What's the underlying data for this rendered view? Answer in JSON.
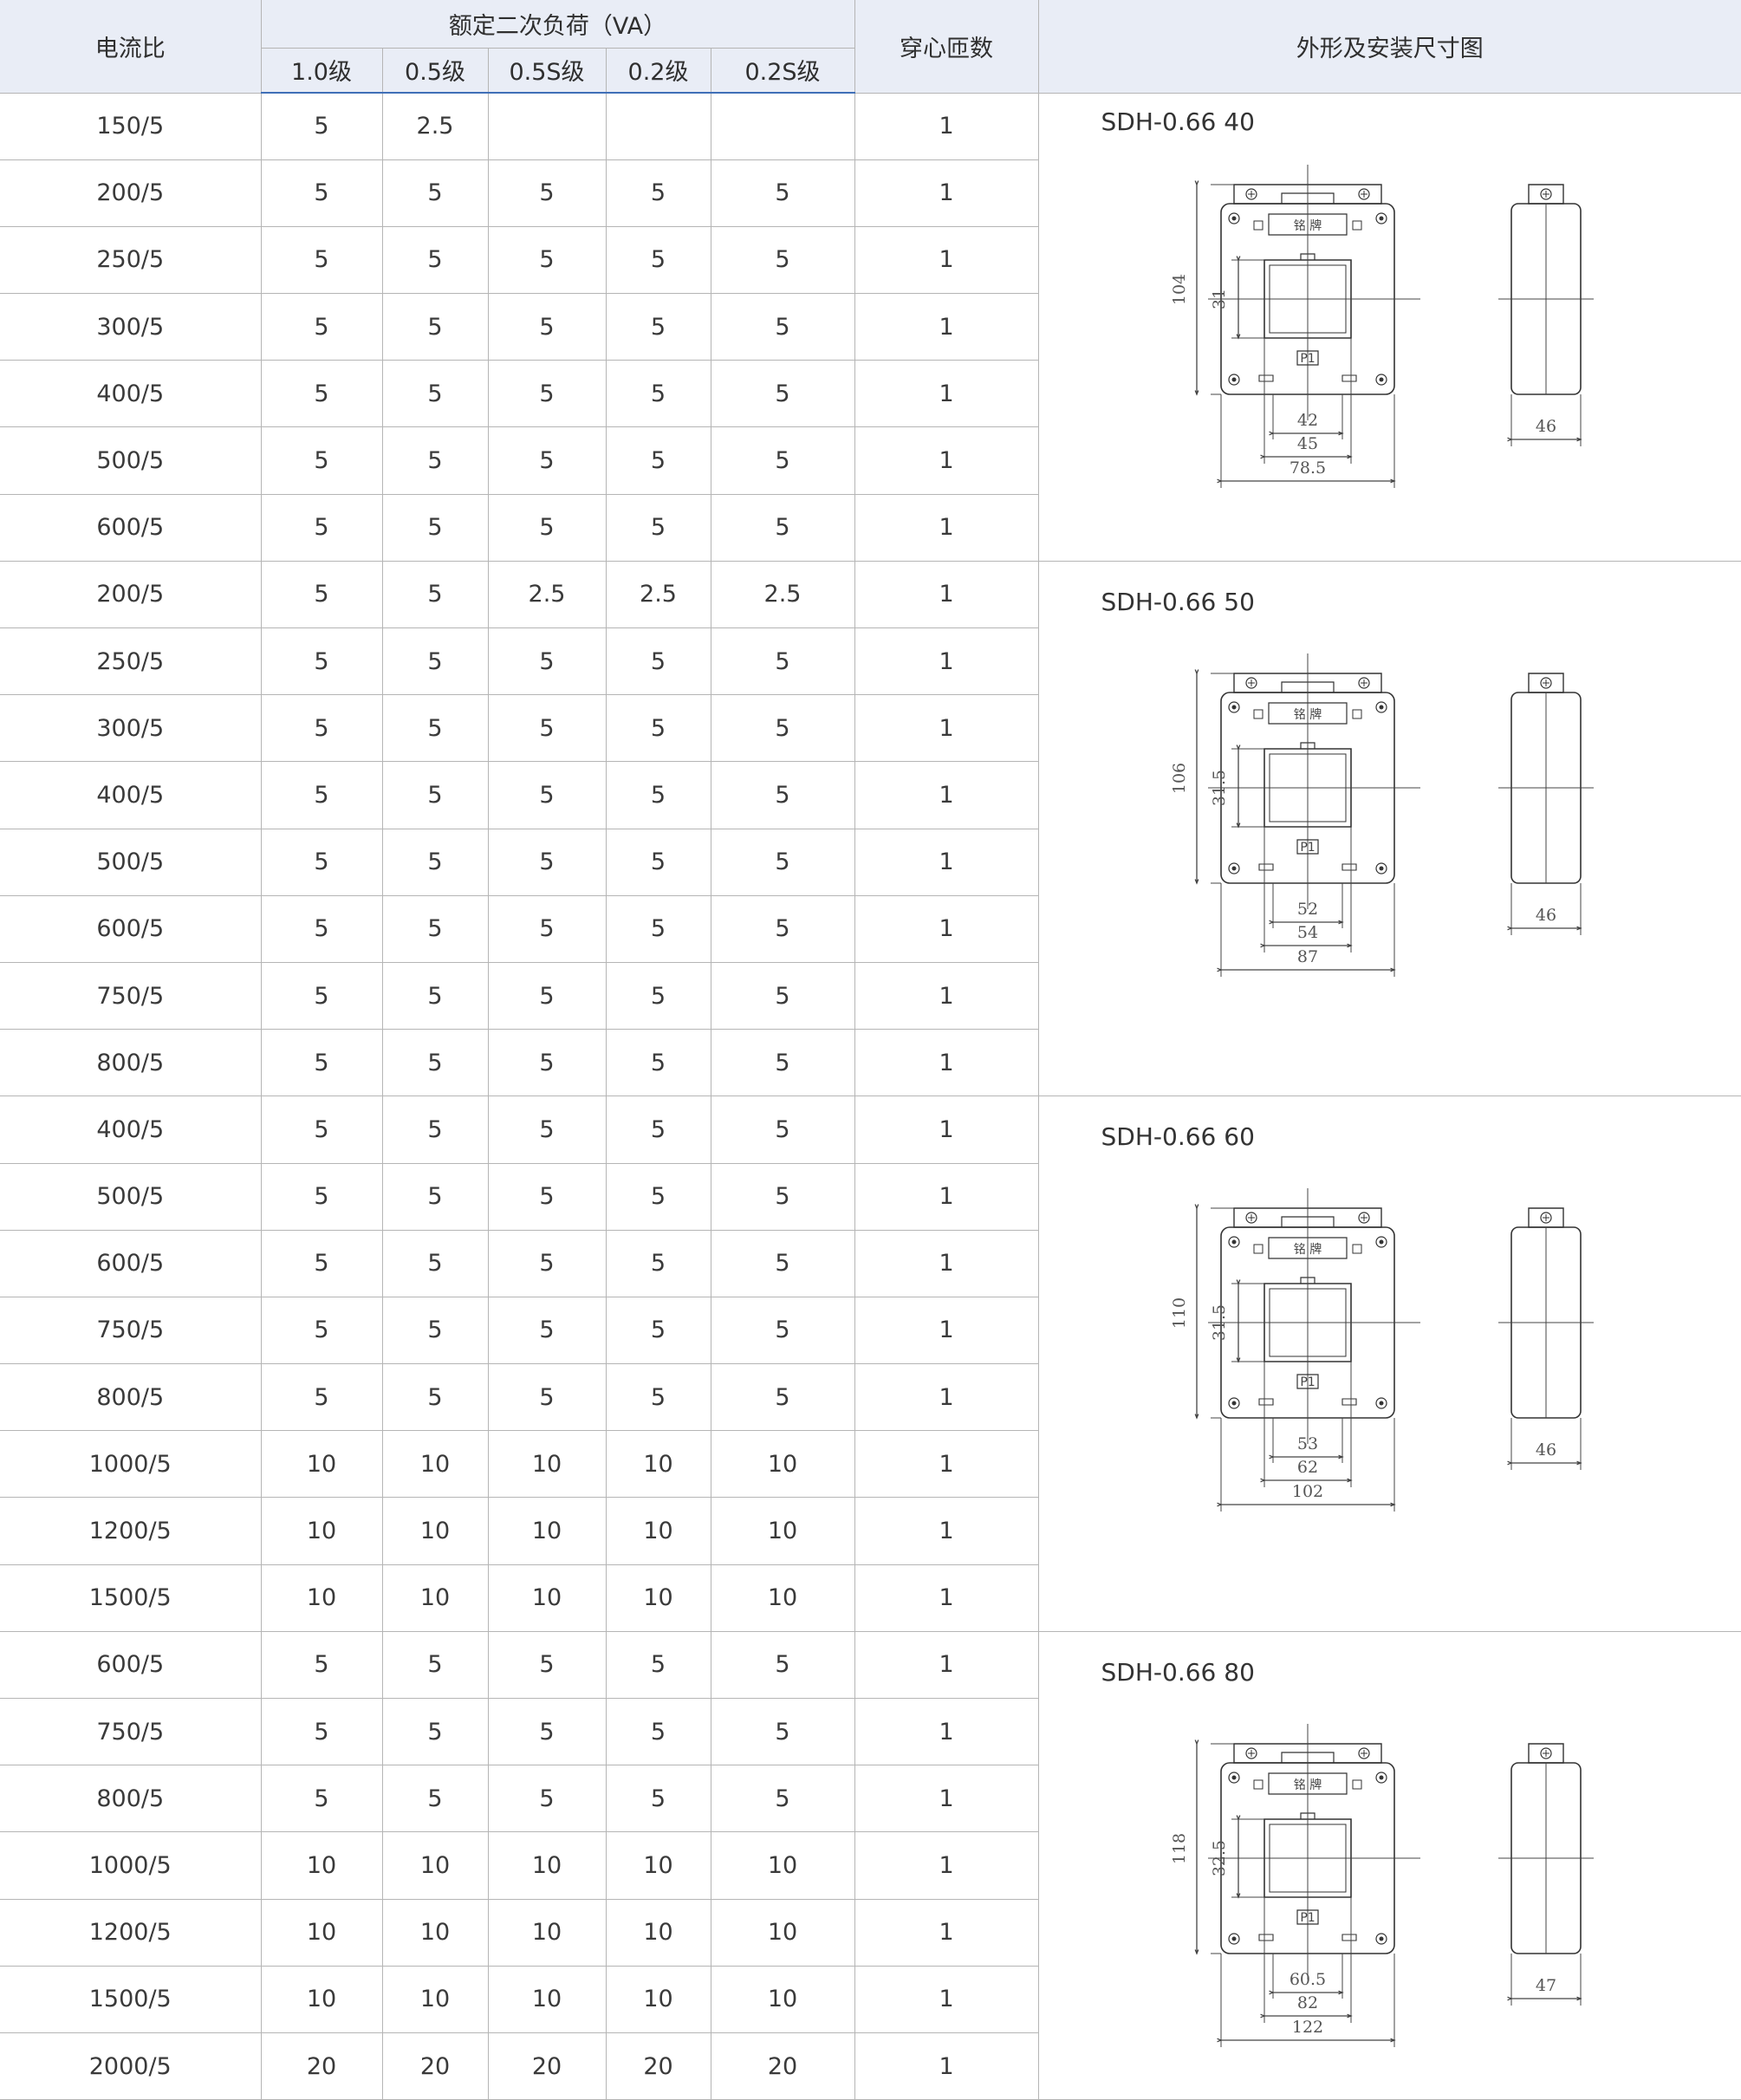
{
  "header": {
    "ratio": "电流比",
    "burden_group": "额定二次负荷（VA）",
    "classes": [
      "1.0级",
      "0.5级",
      "0.5S级",
      "0.2级",
      "0.2S级"
    ],
    "turns": "穿心匝数",
    "outline": "外形及安装尺寸图"
  },
  "groups": [
    {
      "model": "SDH-0.66 40",
      "drawing": {
        "nameplate": "铭 牌",
        "terminal": "P1",
        "height": "104",
        "window": "31",
        "w1": "42",
        "w2": "45",
        "w3": "78.5",
        "depth": "46"
      },
      "rows": [
        {
          "ratio": "150/5",
          "v": [
            "5",
            "2.5",
            "",
            "",
            ""
          ],
          "turns": "1"
        },
        {
          "ratio": "200/5",
          "v": [
            "5",
            "5",
            "5",
            "5",
            "5"
          ],
          "turns": "1"
        },
        {
          "ratio": "250/5",
          "v": [
            "5",
            "5",
            "5",
            "5",
            "5"
          ],
          "turns": "1"
        },
        {
          "ratio": "300/5",
          "v": [
            "5",
            "5",
            "5",
            "5",
            "5"
          ],
          "turns": "1"
        },
        {
          "ratio": "400/5",
          "v": [
            "5",
            "5",
            "5",
            "5",
            "5"
          ],
          "turns": "1"
        },
        {
          "ratio": "500/5",
          "v": [
            "5",
            "5",
            "5",
            "5",
            "5"
          ],
          "turns": "1"
        },
        {
          "ratio": "600/5",
          "v": [
            "5",
            "5",
            "5",
            "5",
            "5"
          ],
          "turns": "1"
        }
      ]
    },
    {
      "model": "SDH-0.66 50",
      "drawing": {
        "nameplate": "铭 牌",
        "terminal": "P1",
        "height": "106",
        "window": "31.5",
        "w1": "52",
        "w2": "54",
        "w3": "87",
        "depth": "46"
      },
      "rows": [
        {
          "ratio": "200/5",
          "v": [
            "5",
            "5",
            "2.5",
            "2.5",
            "2.5"
          ],
          "turns": "1"
        },
        {
          "ratio": "250/5",
          "v": [
            "5",
            "5",
            "5",
            "5",
            "5"
          ],
          "turns": "1"
        },
        {
          "ratio": "300/5",
          "v": [
            "5",
            "5",
            "5",
            "5",
            "5"
          ],
          "turns": "1"
        },
        {
          "ratio": "400/5",
          "v": [
            "5",
            "5",
            "5",
            "5",
            "5"
          ],
          "turns": "1"
        },
        {
          "ratio": "500/5",
          "v": [
            "5",
            "5",
            "5",
            "5",
            "5"
          ],
          "turns": "1"
        },
        {
          "ratio": "600/5",
          "v": [
            "5",
            "5",
            "5",
            "5",
            "5"
          ],
          "turns": "1"
        },
        {
          "ratio": "750/5",
          "v": [
            "5",
            "5",
            "5",
            "5",
            "5"
          ],
          "turns": "1"
        },
        {
          "ratio": "800/5",
          "v": [
            "5",
            "5",
            "5",
            "5",
            "5"
          ],
          "turns": "1"
        }
      ]
    },
    {
      "model": "SDH-0.66 60",
      "drawing": {
        "nameplate": "铭 牌",
        "terminal": "P1",
        "height": "110",
        "window": "31.5",
        "w1": "53",
        "w2": "62",
        "w3": "102",
        "depth": "46"
      },
      "rows": [
        {
          "ratio": "400/5",
          "v": [
            "5",
            "5",
            "5",
            "5",
            "5"
          ],
          "turns": "1"
        },
        {
          "ratio": "500/5",
          "v": [
            "5",
            "5",
            "5",
            "5",
            "5"
          ],
          "turns": "1"
        },
        {
          "ratio": "600/5",
          "v": [
            "5",
            "5",
            "5",
            "5",
            "5"
          ],
          "turns": "1"
        },
        {
          "ratio": "750/5",
          "v": [
            "5",
            "5",
            "5",
            "5",
            "5"
          ],
          "turns": "1"
        },
        {
          "ratio": "800/5",
          "v": [
            "5",
            "5",
            "5",
            "5",
            "5"
          ],
          "turns": "1"
        },
        {
          "ratio": "1000/5",
          "v": [
            "10",
            "10",
            "10",
            "10",
            "10"
          ],
          "turns": "1"
        },
        {
          "ratio": "1200/5",
          "v": [
            "10",
            "10",
            "10",
            "10",
            "10"
          ],
          "turns": "1"
        },
        {
          "ratio": "1500/5",
          "v": [
            "10",
            "10",
            "10",
            "10",
            "10"
          ],
          "turns": "1"
        }
      ]
    },
    {
      "model": "SDH-0.66 80",
      "drawing": {
        "nameplate": "铭 牌",
        "terminal": "P1",
        "height": "118",
        "window": "32.5",
        "w1": "60.5",
        "w2": "82",
        "w3": "122",
        "depth": "47"
      },
      "rows": [
        {
          "ratio": "600/5",
          "v": [
            "5",
            "5",
            "5",
            "5",
            "5"
          ],
          "turns": "1"
        },
        {
          "ratio": "750/5",
          "v": [
            "5",
            "5",
            "5",
            "5",
            "5"
          ],
          "turns": "1"
        },
        {
          "ratio": "800/5",
          "v": [
            "5",
            "5",
            "5",
            "5",
            "5"
          ],
          "turns": "1"
        },
        {
          "ratio": "1000/5",
          "v": [
            "10",
            "10",
            "10",
            "10",
            "10"
          ],
          "turns": "1"
        },
        {
          "ratio": "1200/5",
          "v": [
            "10",
            "10",
            "10",
            "10",
            "10"
          ],
          "turns": "1"
        },
        {
          "ratio": "1500/5",
          "v": [
            "10",
            "10",
            "10",
            "10",
            "10"
          ],
          "turns": "1"
        },
        {
          "ratio": "2000/5",
          "v": [
            "20",
            "20",
            "20",
            "20",
            "20"
          ],
          "turns": "1"
        }
      ]
    }
  ]
}
